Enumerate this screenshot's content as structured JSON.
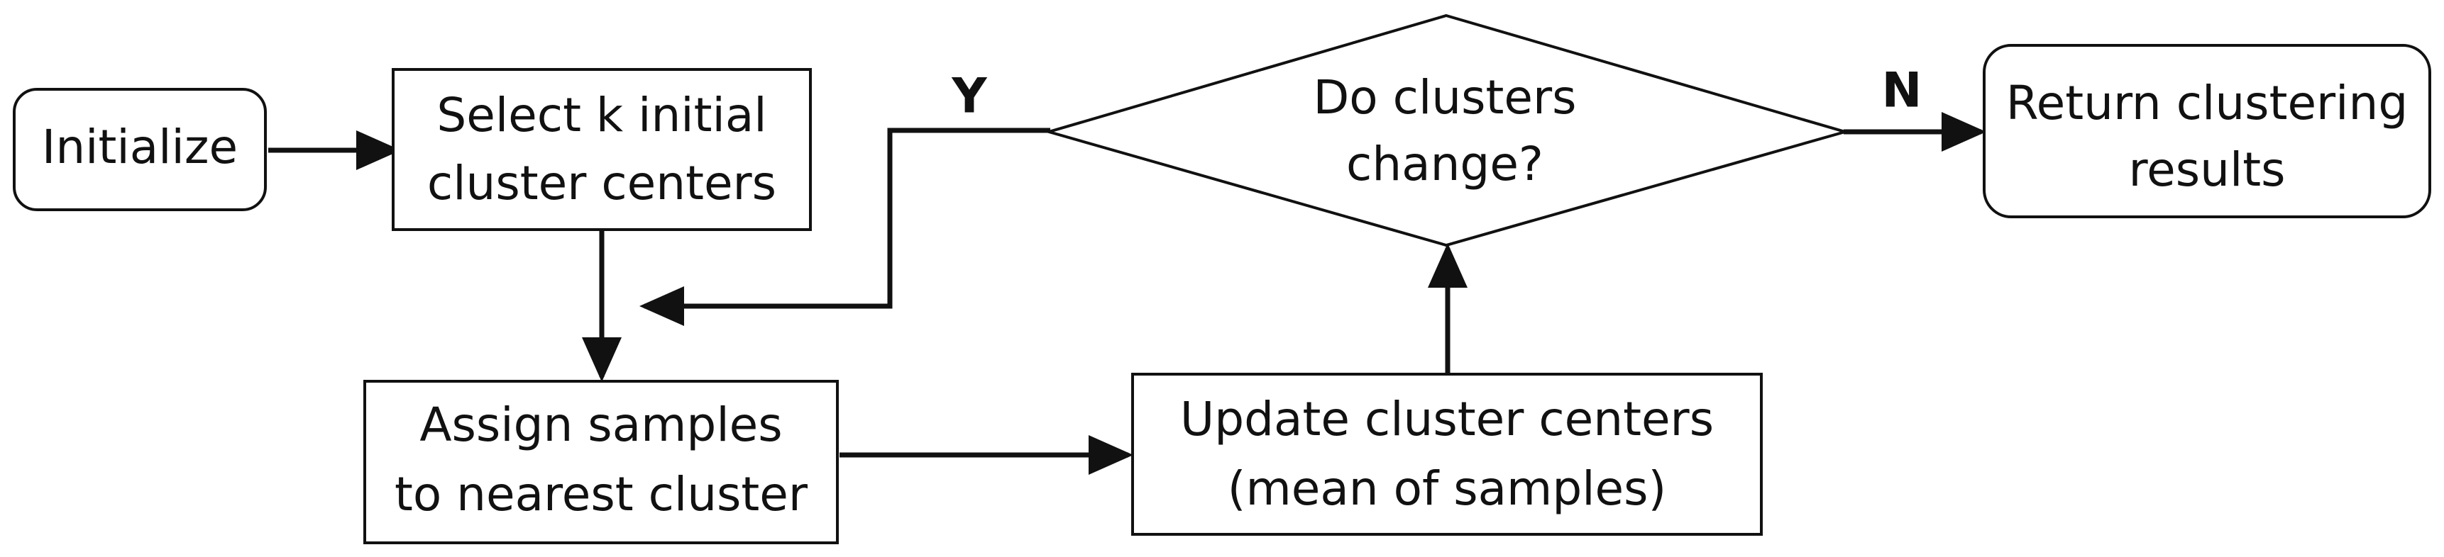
{
  "nodes": {
    "initialize": {
      "label": "Initialize"
    },
    "select_centers": {
      "line1": "Select k initial",
      "line2": "cluster centers"
    },
    "decision": {
      "line1": "Do clusters",
      "line2": "change?"
    },
    "return_results": {
      "line1": "Return clustering",
      "line2": "results"
    },
    "assign_samples": {
      "line1": "Assign samples",
      "line2": "to nearest cluster"
    },
    "update_centers": {
      "line1": "Update cluster centers",
      "line2": "(mean of samples)"
    }
  },
  "branches": {
    "yes": "Y",
    "no": "N"
  }
}
